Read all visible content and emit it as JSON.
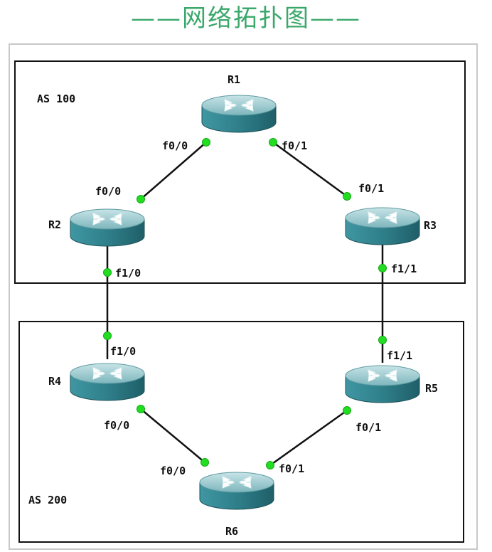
{
  "title": "——网络拓扑图——",
  "colors": {
    "title": "#3aa86a",
    "router_top": "#8fc4c9",
    "router_side": "#2f7f8a",
    "port_dot": "#22dd22",
    "line": "#111111"
  },
  "icons": {
    "router": "router-icon",
    "port": "port-dot"
  },
  "areas": [
    {
      "id": "as100",
      "label": "AS 100"
    },
    {
      "id": "as200",
      "label": "AS 200"
    }
  ],
  "routers": [
    {
      "id": "R1",
      "label": "R1"
    },
    {
      "id": "R2",
      "label": "R2"
    },
    {
      "id": "R3",
      "label": "R3"
    },
    {
      "id": "R4",
      "label": "R4"
    },
    {
      "id": "R5",
      "label": "R5"
    },
    {
      "id": "R6",
      "label": "R6"
    }
  ],
  "links": [
    {
      "from": "R1",
      "from_port": "f0/0",
      "to": "R2",
      "to_port": "f0/0"
    },
    {
      "from": "R1",
      "from_port": "f0/1",
      "to": "R3",
      "to_port": "f0/1"
    },
    {
      "from": "R2",
      "from_port": "f1/0",
      "to": "R4",
      "to_port": "f1/0"
    },
    {
      "from": "R3",
      "from_port": "f1/1",
      "to": "R5",
      "to_port": "f1/1"
    },
    {
      "from": "R4",
      "from_port": "f0/0",
      "to": "R6",
      "to_port": "f0/0"
    },
    {
      "from": "R5",
      "from_port": "f0/1",
      "to": "R6",
      "to_port": "f0/1"
    }
  ]
}
